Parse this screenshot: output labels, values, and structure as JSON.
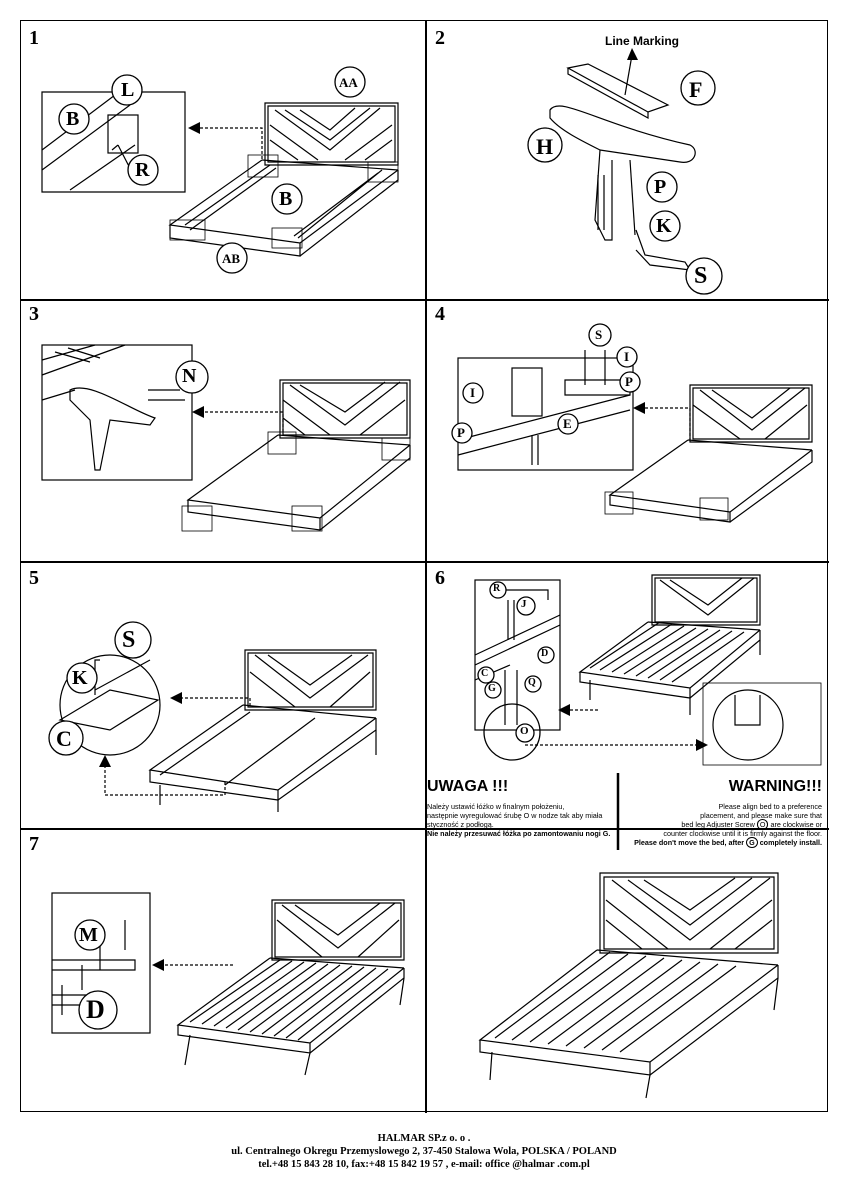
{
  "steps": [
    "1",
    "2",
    "3",
    "4",
    "5",
    "6",
    "7"
  ],
  "step1": {
    "labels": {
      "AA": "AA",
      "B": "B",
      "L": "L",
      "R": "R",
      "AB": "AB",
      "B2": "B"
    }
  },
  "step2": {
    "line_marking": "Line Marking",
    "labels": {
      "F": "F",
      "H": "H",
      "P": "P",
      "K": "K",
      "S": "S"
    }
  },
  "step3": {
    "labels": {
      "N": "N"
    }
  },
  "step4": {
    "labels": {
      "S": "S",
      "I": "I",
      "P": "P",
      "I2": "I",
      "P2": "P",
      "E": "E"
    }
  },
  "step5": {
    "labels": {
      "S": "S",
      "K": "K",
      "C": "C"
    }
  },
  "step6": {
    "labels": {
      "R": "R",
      "J": "J",
      "D": "D",
      "C": "C",
      "G": "G",
      "Q": "Q",
      "O": "O"
    }
  },
  "step7": {
    "labels": {
      "M": "M",
      "D": "D"
    }
  },
  "warning_pl": {
    "title": "UWAGA !!!",
    "line1": "Należy ustawić łóżko w finalnym położeniu,",
    "line2": "następnie wyregulować śrubę O w nodze tak aby miała",
    "line3": "styczność z podłogą.",
    "line4": "Nie należy przesuwać łóżka po zamontowaniu nogi G."
  },
  "warning_en": {
    "title": "WARNING!!!",
    "line1": "Please align bed to a preference",
    "line2": "placement, and please make sure that",
    "line3a": "bed leg Adjuster Screw",
    "line3_circle": "O",
    "line3b": "are clockwise or",
    "line4": "counter clockwise until it is firmly against the floor.",
    "line5a": "Please don't move the bed, after",
    "line5_circle": "G",
    "line5b": "completely install."
  },
  "footer": {
    "company": "HALMAR SP.z o. o .",
    "address": "ul. Centralnego Okregu Przemyslowego 2, 37-450 Stalowa Wola, POLSKA / POLAND",
    "contact": "tel.+48 15 843 28 10, fax:+48 15 842 19 57 , e-mail: office @halmar .com.pl"
  }
}
